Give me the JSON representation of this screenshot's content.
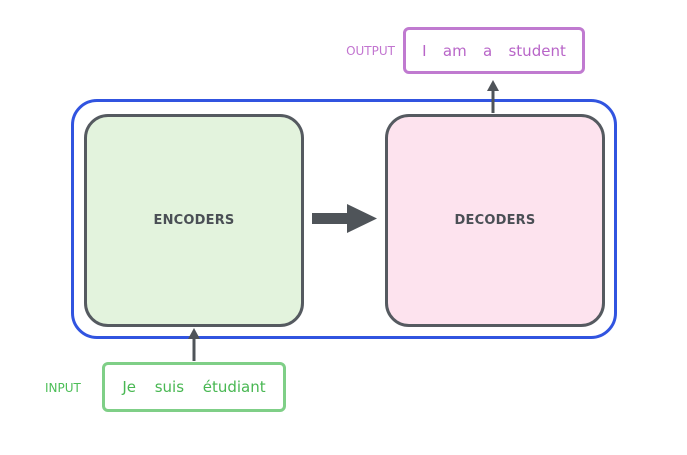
{
  "encoders": {
    "label": "ENCODERS"
  },
  "decoders": {
    "label": "DECODERS"
  },
  "output": {
    "label": "OUTPUT",
    "words": [
      "I",
      "am",
      "a",
      "student"
    ]
  },
  "input": {
    "label": "INPUT",
    "words": [
      "Je",
      "suis",
      "étudiant"
    ]
  },
  "colors": {
    "frame": "#3154e0",
    "block_border": "#555a60",
    "encoder_fill": "#e3f3dd",
    "decoder_fill": "#fde3ee",
    "output_accent": "#c07ad0",
    "input_accent": "#7fcf87",
    "arrow": "#4f5459"
  }
}
